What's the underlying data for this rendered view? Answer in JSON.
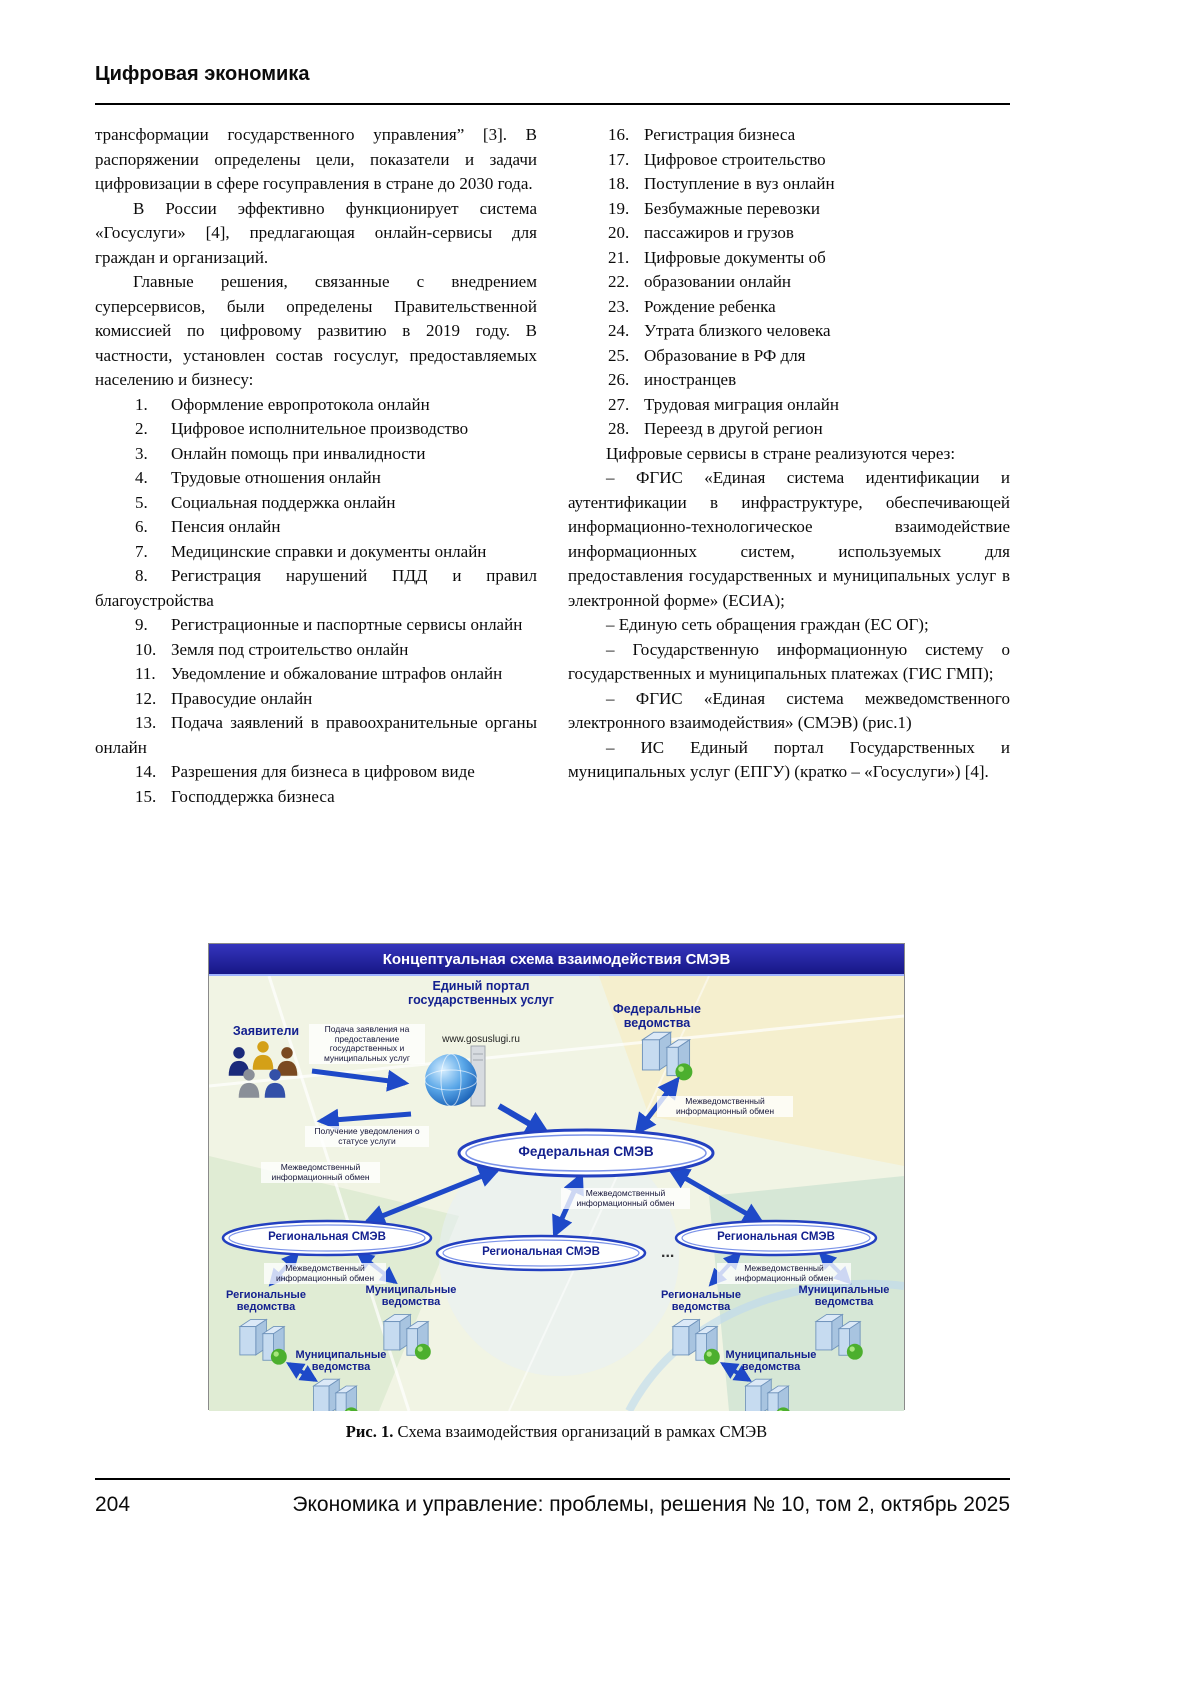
{
  "header": {
    "section_title": "Цифровая экономика"
  },
  "left_column": {
    "para1": "трансформации государственного управления” [3]. В распоряжении определены цели, показатели и задачи цифровизации в сфере госуправления в стране до 2030 года.",
    "para2": "В России эффективно функционирует система «Госуслуги» [4], предлагающая онлайн-сервисы для граждан и организаций.",
    "para3": "Главные решения, связанные с внедрением суперсервисов, были определены Правительственной комиссией по цифровому развитию в 2019 году. В частности, установлен состав госуслуг, предоставляемых населению и бизнесу:",
    "list": [
      {
        "n": "1.",
        "t": "Оформление европротокола онлайн"
      },
      {
        "n": "2.",
        "t": "Цифровое исполнительное производство"
      },
      {
        "n": "3.",
        "t": "Онлайн помощь при инвалидности"
      },
      {
        "n": "4.",
        "t": "Трудовые отношения онлайн"
      },
      {
        "n": "5.",
        "t": "Социальная поддержка онлайн"
      },
      {
        "n": "6.",
        "t": "Пенсия онлайн"
      },
      {
        "n": "7.",
        "t": "Медицинские справки и документы онлайн"
      },
      {
        "n": "8.",
        "t": "Регистрация нарушений ПДД и правил благоустройства"
      },
      {
        "n": "9.",
        "t": "Регистрационные и паспортные сервисы онлайн"
      },
      {
        "n": "10.",
        "t": "Земля под строительство онлайн"
      },
      {
        "n": "11.",
        "t": "Уведомление и обжалование штрафов онлайн"
      },
      {
        "n": "12.",
        "t": "Правосудие онлайн"
      },
      {
        "n": "13.",
        "t": "Подача заявлений в правоохранительные органы онлайн"
      },
      {
        "n": "14.",
        "t": "Разрешения для бизнеса в цифровом виде"
      },
      {
        "n": "15.",
        "t": "Господдержка бизнеса"
      }
    ]
  },
  "right_column": {
    "list": [
      {
        "n": "16.",
        "t": "Регистрация бизнеса"
      },
      {
        "n": "17.",
        "t": "Цифровое строительство"
      },
      {
        "n": "18.",
        "t": "Поступление в вуз онлайн"
      },
      {
        "n": "19.",
        "t": "Безбумажные перевозки"
      },
      {
        "n": "20.",
        "t": "пассажиров и грузов"
      },
      {
        "n": "21.",
        "t": "Цифровые документы об"
      },
      {
        "n": "22.",
        "t": "образовании онлайн"
      },
      {
        "n": "23.",
        "t": "Рождение ребенка"
      },
      {
        "n": "24.",
        "t": "Утрата близкого человека"
      },
      {
        "n": "25.",
        "t": "Образование в РФ для"
      },
      {
        "n": "26.",
        "t": "иностранцев"
      },
      {
        "n": "27.",
        "t": "Трудовая миграция онлайн"
      },
      {
        "n": "28.",
        "t": "Переезд в другой регион"
      }
    ],
    "para1": "Цифровые сервисы в стране реализуются через:",
    "bullets": [
      {
        "t": "– ФГИС «Единая система идентификации и аутентификации в инфраструктуре, обеспечивающей информационно-технологическое взаимодействие информационных систем, используемых для предоставления государственных и муниципальных услуг в электронной форме» (ЕСИА);"
      },
      {
        "t": "– Единую сеть обращения граждан (ЕС ОГ);"
      },
      {
        "t": "– Государственную информационную систему о государственных и муниципальных платежах (ГИС ГМП);"
      },
      {
        "t": "– ФГИС «Единая система межведомственного электронного взаимодействия» (СМЭВ) (рис.1)"
      },
      {
        "t": "– ИС Единый портал Государственных и муниципальных услуг (ЕПГУ) (кратко – «Госуслуги») [4]."
      }
    ]
  },
  "figure": {
    "title": "Концептуальная схема взаимодействия СМЭВ",
    "portal": "Единый портал государственных услуг",
    "portal_url": "www.gosuslugi.ru",
    "applicants": "Заявители",
    "federal_agencies": "Федеральные ведомства",
    "submit_note": "Подача заявления на предоставление государственных и муниципальных услуг",
    "notify_note": "Получение уведомления о статусе услуги",
    "exchange_note": "Межведомственный информационный обмен",
    "federal_smev": "Федеральная СМЭВ",
    "regional_smev": "Региональная СМЭВ",
    "regional_agencies": "Региональные ведомства",
    "municipal_agencies": "Муниципальные ведомства",
    "ellipsis": "...",
    "caption_label": "Рис. 1.",
    "caption_text": " Схема взаимодействия организаций в рамках СМЭВ"
  },
  "footer": {
    "page_number": "204",
    "journal_line": "Экономика и управление: проблемы, решения № 10, том 2, октябрь 2025"
  }
}
